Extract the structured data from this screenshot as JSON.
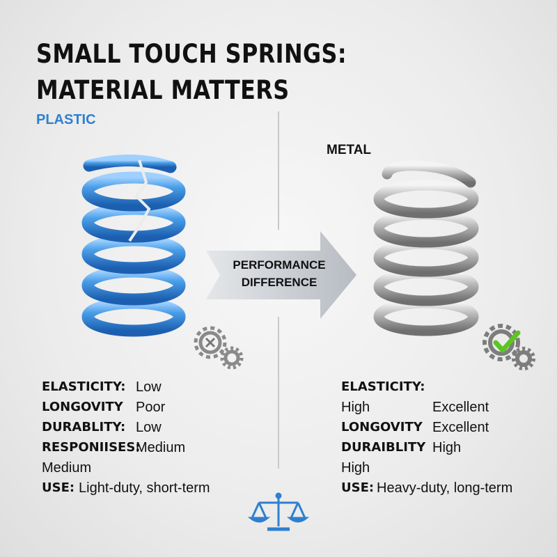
{
  "title": {
    "line1": "SMALL TOUCH SPRINGS:",
    "line2": "MATERIAL MATTERS"
  },
  "plastic": {
    "label": "PLASTIC",
    "color": "#2f7fd0",
    "icon": "gear-broken-icon",
    "specs": {
      "elasticity_key": "ELASTICITY:",
      "elasticity_val": "Low",
      "longevity_key": "LONGOVITY",
      "longevity_val": "Poor",
      "durability_key": "DURABLITY:",
      "durability_val": "Low",
      "response_key": "RESPONIISES:",
      "response_val": "Medium",
      "extra_line": "Medium",
      "use_key": "USE:",
      "use_val": "Light-duty, short-term"
    }
  },
  "metal": {
    "label": "METAL",
    "color": "#b5b5b5",
    "icon": "gear-check-icon",
    "specs": {
      "elasticity_key": "ELASTICITY:",
      "row2_left": "High",
      "row2_right": "Excellent",
      "longevity_key": "LONGOVITY",
      "longevity_val": "Excellent",
      "durability_key": "DURAIBLITY",
      "durability_val": "High",
      "extra_line": "High",
      "use_key": "USE:",
      "use_val": "Heavy-duty, long-term"
    }
  },
  "arrow": {
    "line1": "PERFORMANCE",
    "line2": "DIFFERENCE"
  },
  "footer_icon": "balance-scale-icon",
  "accent_blue": "#2f7fd0",
  "check_green": "#5cc521"
}
